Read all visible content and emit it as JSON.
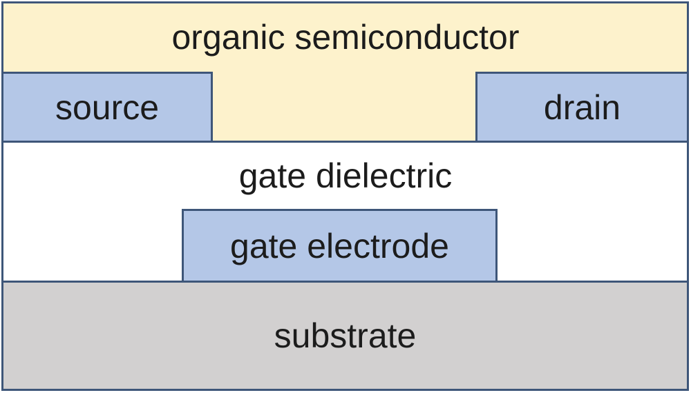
{
  "layers": {
    "organic_semiconductor": {
      "label": "organic semiconductor"
    },
    "source": {
      "label": "source"
    },
    "drain": {
      "label": "drain"
    },
    "gate_dielectric": {
      "label": "gate dielectric"
    },
    "gate_electrode": {
      "label": "gate electrode"
    },
    "substrate": {
      "label": "substrate"
    }
  },
  "palette": {
    "organic_semiconductor_fill": "#FDF2CC",
    "electrode_fill": "#B4C7E7",
    "gate_dielectric_fill": "#FFFFFF",
    "substrate_fill": "#D2D0D0",
    "outline": "#3E5679",
    "text": "#1C1C1C"
  }
}
